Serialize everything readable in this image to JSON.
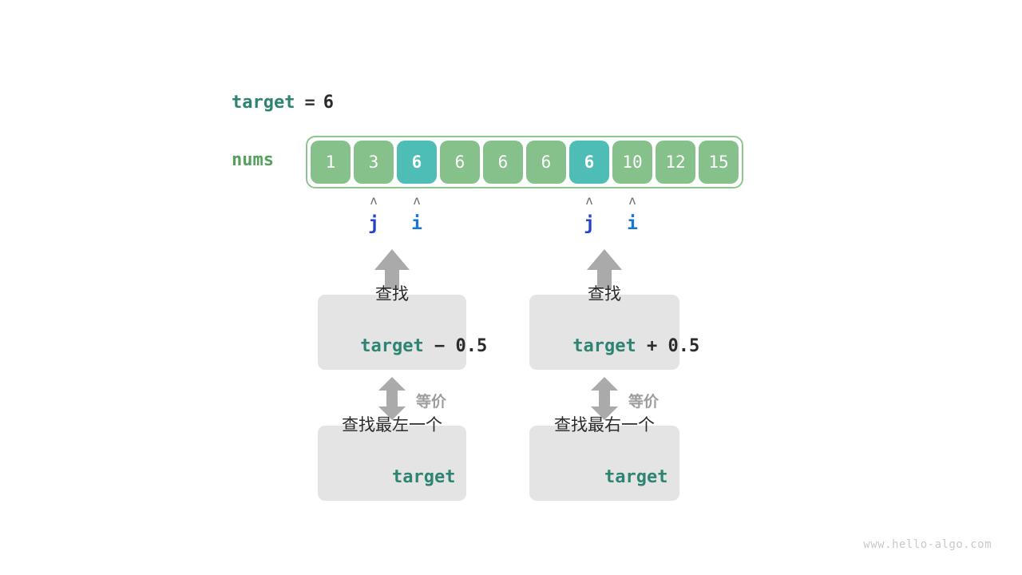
{
  "meta": {
    "watermark": "www.hello-algo.com",
    "colors": {
      "cell_normal": "#86C08A",
      "cell_highlight": "#4DBDB6",
      "array_border": "#8CC68C",
      "keyword_teal": "#2E8472",
      "nums_green": "#53A15C",
      "pointer_j_blue": "#2340D4",
      "pointer_i_blue": "#1877D0",
      "arrow_gray": "#AAAAAA",
      "box_gray": "#E4E4E4",
      "text_dark": "#2B2B2B",
      "watermark_gray": "#C9C9C9"
    }
  },
  "target_line": {
    "name": "target",
    "operator": "=",
    "value": "6"
  },
  "array": {
    "label": "nums",
    "values": [
      "1",
      "3",
      "6",
      "6",
      "6",
      "6",
      "6",
      "10",
      "12",
      "15"
    ],
    "highlighted_indices": [
      2,
      6
    ]
  },
  "pointers": [
    {
      "caret": "ʌ",
      "name": "j",
      "index": 1,
      "group": "left"
    },
    {
      "caret": "ʌ",
      "name": "i",
      "index": 2,
      "group": "left"
    },
    {
      "caret": "ʌ",
      "name": "j",
      "index": 6,
      "group": "right"
    },
    {
      "caret": "ʌ",
      "name": "i",
      "index": 7,
      "group": "right"
    }
  ],
  "panels": [
    {
      "side": "left",
      "top_box": {
        "line1": "查找",
        "keyword": "target",
        "operator": " − ",
        "operand": "0.5"
      },
      "equiv_label": "等价",
      "bottom_box": {
        "line1": "查找最左一个",
        "keyword": "target"
      }
    },
    {
      "side": "right",
      "top_box": {
        "line1": "查找",
        "keyword": "target",
        "operator": " + ",
        "operand": "0.5"
      },
      "equiv_label": "等价",
      "bottom_box": {
        "line1": "查找最右一个",
        "keyword": "target"
      }
    }
  ]
}
